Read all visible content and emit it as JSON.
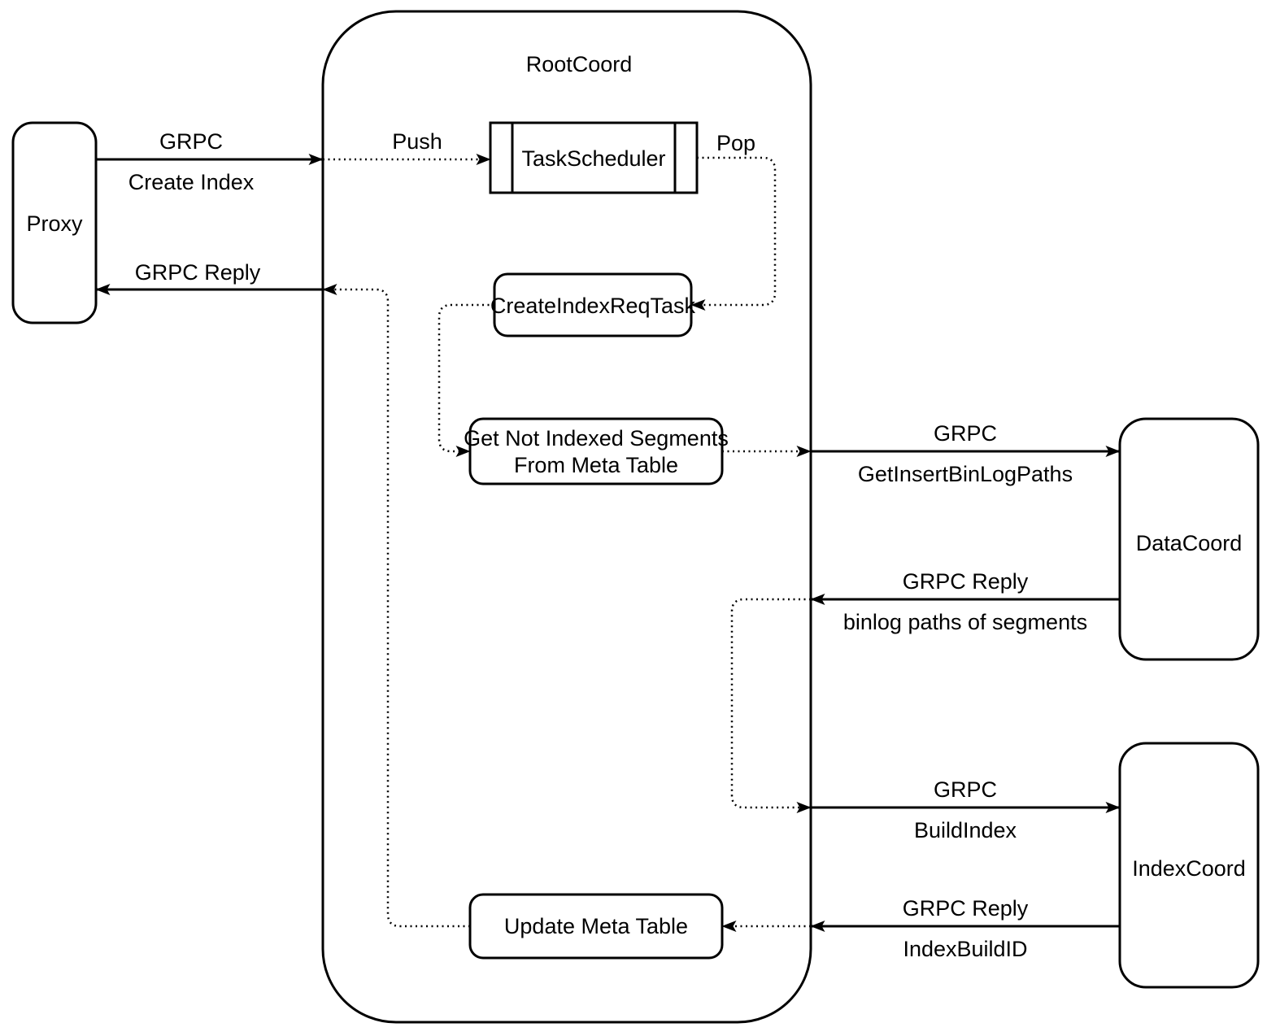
{
  "diagram": {
    "colors": {
      "stroke": "#000000",
      "background": "#ffffff"
    },
    "container": {
      "label": "RootCoord"
    },
    "nodes": {
      "proxy": {
        "label": "Proxy"
      },
      "task_scheduler": {
        "label": "TaskScheduler"
      },
      "create_index_req_task": {
        "label": "CreateIndexReqTask"
      },
      "get_not_indexed": {
        "line1": "Get Not Indexed Segments",
        "line2": "From Meta Table"
      },
      "update_meta_table": {
        "label": "Update Meta Table"
      },
      "data_coord": {
        "label": "DataCoord"
      },
      "index_coord": {
        "label": "IndexCoord"
      }
    },
    "edges": {
      "create_index": {
        "label_top": "GRPC",
        "label_bottom": "Create Index"
      },
      "grpc_reply_proxy": {
        "label_top": "GRPC Reply"
      },
      "push": {
        "label_top": "Push"
      },
      "pop": {
        "label_top": "Pop"
      },
      "get_insert_binlog": {
        "label_top": "GRPC",
        "label_bottom": "GetInsertBinLogPaths"
      },
      "binlog_reply": {
        "label_top": "GRPC Reply",
        "label_bottom": "binlog paths of segments"
      },
      "build_index": {
        "label_top": "GRPC",
        "label_bottom": "BuildIndex"
      },
      "index_build_reply": {
        "label_top": "GRPC Reply",
        "label_bottom": "IndexBuildID"
      }
    }
  }
}
